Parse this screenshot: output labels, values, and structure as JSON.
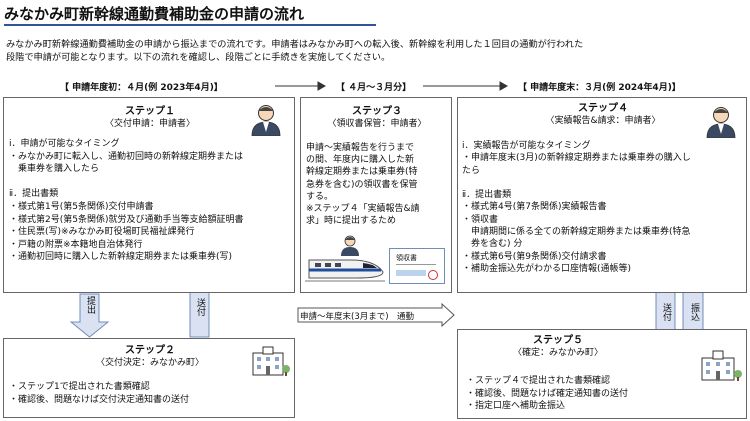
{
  "title": "みなかみ町新幹線通勤費補助金の申請の流れ",
  "intro": [
    "みなかみ町新幹線通勤費補助金の申請から振込までの流れです。申請者はみなかみ町への転入後、新幹線を利用した１回目の通勤が行われた",
    "段階で申請が可能となります。以下の流れを確認し、段階ごとに手続きを実施してください。"
  ],
  "periods": {
    "start": "【 申請年度初：４月(例 2023年4月)】",
    "middle": "【 ４月～３月分】",
    "end": "【 申請年度末：３月(例 2024年4月)】",
    "commute": "申請～年度末(3月まで)　通勤"
  },
  "step1": {
    "title": "ステップ１",
    "subtitle": "〈交付申請：申請者〉",
    "lines": [
      "ⅰ．申請が可能なタイミング",
      "・みなかみ町に転入し、通勤初回時の新幹線定期券または",
      "　乗車券を購入したら",
      "",
      "ⅱ．提出書類",
      "・様式第1号(第5条関係)交付申請書",
      "・様式第2号(第5条関係)就労及び通勤手当等支給額証明書",
      "・住民票(写)※みなかみ町役場町民福祉課発行",
      "・戸籍の附票※本籍地自治体発行",
      "・通勤初回時に購入した新幹線定期券または乗車券(写)"
    ]
  },
  "step2": {
    "title": "ステップ２",
    "subtitle": "〈交付決定：みなかみ町〉",
    "lines": [
      "・ステップ1で提出された書類確認",
      "・確認後、問題なけば交付決定通知書の送付"
    ]
  },
  "step3": {
    "title": "ステップ３",
    "subtitle": "〈領収書保管：申請者〉",
    "lines": [
      "申請～実績報告を行うまで",
      "の間、年度内に購入した新",
      "幹線定期券または乗車券(特",
      "急券を含む)の領収書を保管",
      "する。",
      "※ステップ４「実績報告&請",
      "求」時に提出するため"
    ],
    "receipt_label": "領収書"
  },
  "step4": {
    "title": "ステップ４",
    "subtitle": "〈実績報告&請求：申請者〉",
    "lines": [
      "ⅰ．実績報告が可能なタイミング",
      "・申請年度末(3月)の新幹線定期券または乗車券の購入し",
      "たら",
      "",
      "ⅱ．提出書類",
      "・様式第4号(第7条関係)実績報告書",
      "・領収書",
      "　申請期間に係る全ての新幹線定期券または乗車券(特急",
      "　券を含む) 分",
      "・様式第6号(第9条関係)交付請求書",
      "・補助金振込先がわかる口座情報(通帳等)"
    ]
  },
  "step5": {
    "title": "ステップ５",
    "subtitle": "〈確定：みなかみ町〉",
    "lines": [
      "・ステップ４で提出された書類確認",
      "・確認後、問題なけば確定通知書の送付",
      "・指定口座へ補助金振込"
    ]
  },
  "arrows": {
    "submit1": "提出",
    "send1": "送付",
    "send2": "送付",
    "transfer": "振込"
  },
  "colors": {
    "accent_line": "#2f5597",
    "arrow_fill": "#d9e1f2",
    "arrow_stroke": "#6f8fb9",
    "suit": "#3b4a63"
  }
}
